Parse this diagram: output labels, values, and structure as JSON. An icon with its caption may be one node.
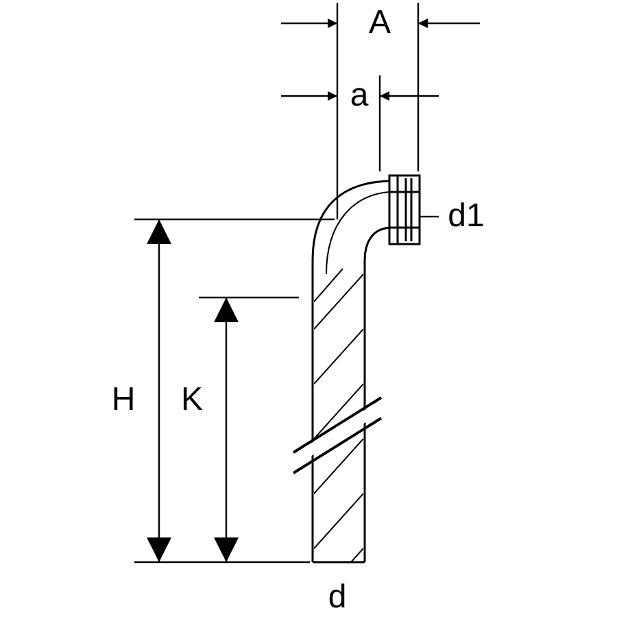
{
  "diagram": {
    "labels": [
      "A",
      "a",
      "d1",
      "H",
      "K",
      "d"
    ]
  }
}
